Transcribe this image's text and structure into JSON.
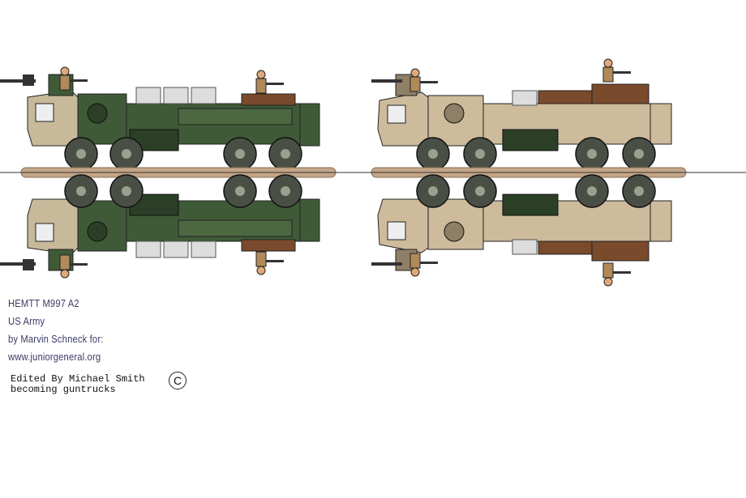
{
  "credits": {
    "title": "HEMTT M997 A2",
    "branch": "US Army",
    "author": "by Marvin Schneck for:",
    "website": "www.juniorgeneral.org"
  },
  "edit": {
    "line1": "Edited By Michael Smith",
    "line2": "becoming guntrucks",
    "copyright_symbol": "C"
  },
  "colors": {
    "green_body": "#3f5a37",
    "green_dark": "#2b3f27",
    "tan_body": "#cdbb9c",
    "tan_dark": "#8e7f66",
    "armor_brown": "#7a4a2c",
    "road": "#c3a587",
    "tire": "#4a4f45"
  },
  "icons": [
    "green-gun-truck",
    "tan-gun-truck",
    "gunner-figure",
    "road-strip",
    "copyright-icon"
  ]
}
